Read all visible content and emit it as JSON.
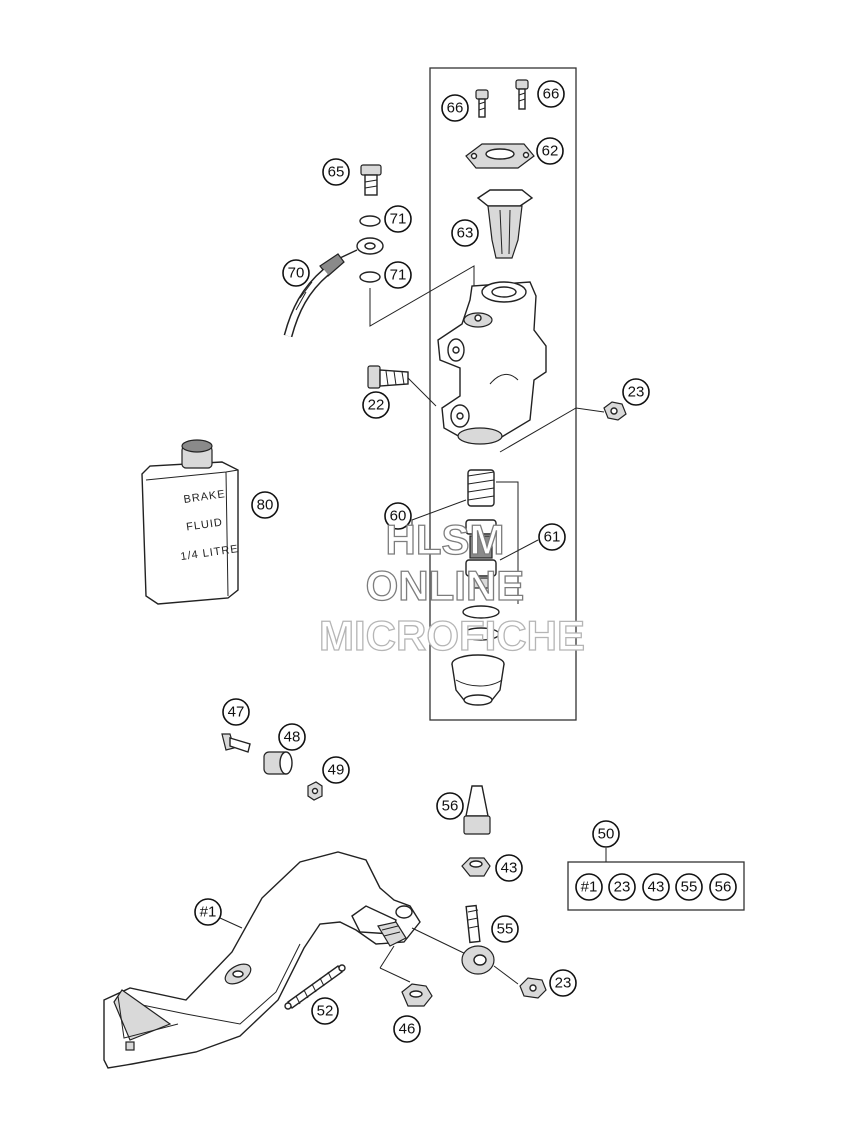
{
  "callouts": {
    "c66a": "66",
    "c66b": "66",
    "c62": "62",
    "c65": "65",
    "c71a": "71",
    "c63": "63",
    "c70": "70",
    "c71b": "71",
    "c22": "22",
    "c23a": "23",
    "c80": "80",
    "c60": "60",
    "c61": "61",
    "c47": "47",
    "c48": "48",
    "c49": "49",
    "c56": "56",
    "c50": "50",
    "c43": "43",
    "c1": "#1",
    "c55": "55",
    "c23b": "23",
    "c52": "52",
    "c46": "46"
  },
  "kit_items": [
    "#1",
    "23",
    "43",
    "55",
    "56"
  ],
  "bottle_label": [
    "BRAKE",
    "FLUID",
    "1/4 LITRE"
  ],
  "watermark": [
    "HLSM",
    "ONLINE",
    "MICROFICHE"
  ]
}
